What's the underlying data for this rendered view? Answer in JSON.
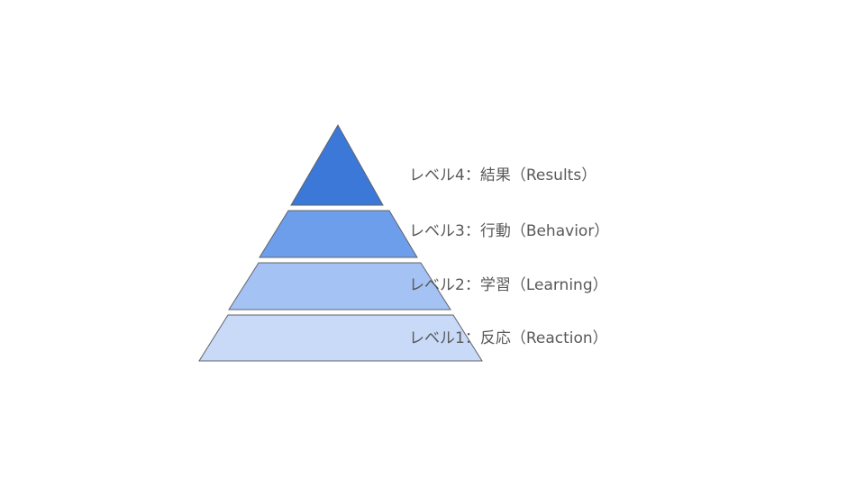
{
  "colors": {
    "background": "#ffffff",
    "tier_stroke": "#5f6368",
    "label_text": "#595959"
  },
  "tiers": [
    {
      "label": "レベル4：結果（Results）",
      "fill": "#3c78d8"
    },
    {
      "label": "レベル3：行動（Behavior）",
      "fill": "#6d9eeb"
    },
    {
      "label": "レベル2：学習（Learning）",
      "fill": "#a4c2f4"
    },
    {
      "label": "レベル1：反応（Reaction）",
      "fill": "#c9daf8"
    }
  ]
}
